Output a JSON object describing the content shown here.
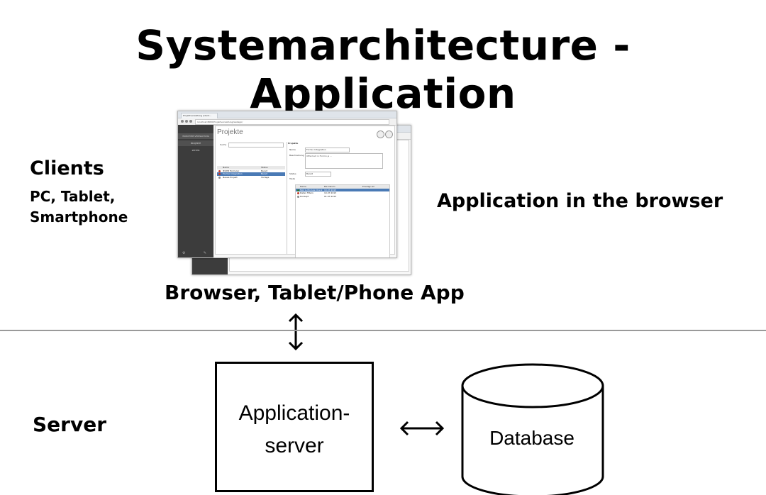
{
  "title": "Systemarchitecture - Application",
  "clients": {
    "title": "Clients",
    "line1": "PC, Tablet,",
    "line2": "Smartphone"
  },
  "application_in_browser": "Application in the browser",
  "browser_label": "Browser, Tablet/Phone App",
  "server_label": "Server",
  "app_server": {
    "line1": "Application-",
    "line2": "server"
  },
  "database_label": "Database",
  "screenshot": {
    "tab_label": "Projektverwaltung (ident...",
    "url": "localhost:8080/Projektverwaltung/webapp/",
    "sidebar_header": "WORKTIME-VERWALTUNG",
    "sidebar_items": [
      "PROJEKTE",
      "ZEITEN"
    ],
    "page_title": "Projekte",
    "search_label": "Suche",
    "detail_title": "Projekte",
    "name_label": "Name",
    "name_value": "Formio Integration",
    "desc_label": "Beschreibung",
    "desc_value": "Offenheit in Formio.js ...",
    "status_label": "Status",
    "status_value": "Bereit",
    "tasks_label": "Tasks",
    "list_headers": [
      "Name",
      "Status"
    ],
    "list_rows": [
      {
        "name": "IE/WB Formular",
        "status": "Bereit"
      },
      {
        "name": "Formio Integration",
        "status": "Bereit"
      },
      {
        "name": "Neues Projekt",
        "status": "Vorlage"
      }
    ],
    "table_headers": [
      "Name",
      "Bis Datum",
      "Erledigt am"
    ],
    "table_rows": [
      {
        "name": "Feld & Module Check",
        "date": "10.07.2013"
      },
      {
        "name": "Daten filtern",
        "date": "10.07.2013"
      },
      {
        "name": "Konzept",
        "date": "01.07.2013"
      }
    ]
  }
}
